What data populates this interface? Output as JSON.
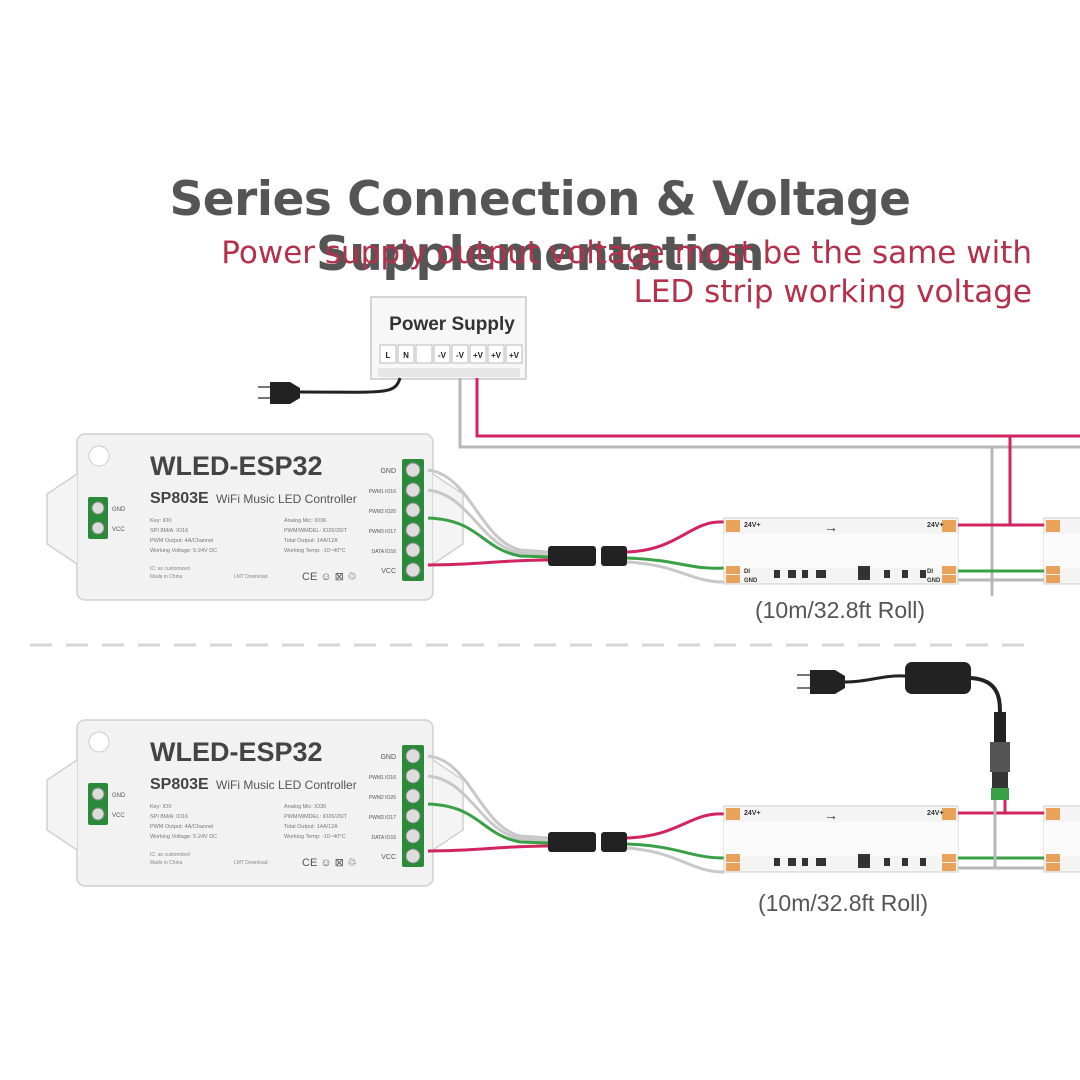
{
  "title": "Series Connection & Voltage Supplementation",
  "note": {
    "line1": "Power supply output voltage must be the same with",
    "line2": "LED strip working voltage"
  },
  "power_supply": {
    "label": "Power Supply",
    "terminals": [
      "L",
      "N",
      "",
      "-V",
      "-V",
      "+V",
      "+V",
      "+V"
    ]
  },
  "controller": {
    "brand": "WLED-ESP32",
    "model": "SP803E",
    "subtitle": "WiFi Music LED Controller",
    "ports": [
      "GND",
      "PWM1 IO16",
      "PWM2 IO26",
      "PWM3 IO17",
      "DATA IO16",
      "VCC"
    ],
    "input_labels": [
      "GND",
      "VCC"
    ],
    "specs_left": [
      "Key: IO0",
      "SPI 8M/A: IO16",
      "PWM Output: 4A/Channel",
      "Working Voltage: 5-24V DC"
    ],
    "specs_right": [
      "Analog Mic: IO36",
      "PWM/WMDEL: IO26/26IT",
      "Total Output: 14A/12A",
      "Working Temp: -10~40°C"
    ],
    "footer_left": [
      "IC: as customized",
      "Made in China"
    ],
    "download_label": "LMT Download",
    "cert": "CE ☺ ⊠ ♲"
  },
  "strip": {
    "roll_label": "(10m/32.8ft Roll)",
    "pad_top": "24V+",
    "pad_bottom_1": "DI",
    "pad_bottom_2": "GND",
    "arrow": "→"
  },
  "colors": {
    "red_wire": "#d2255f",
    "green_wire": "#3aa047",
    "gray_wire": "#b8b8b8",
    "terminal_green": "#2a8a3a",
    "pad_orange": "#e8a25a",
    "title_gray": "#555555",
    "note_red": "#b5304a"
  }
}
